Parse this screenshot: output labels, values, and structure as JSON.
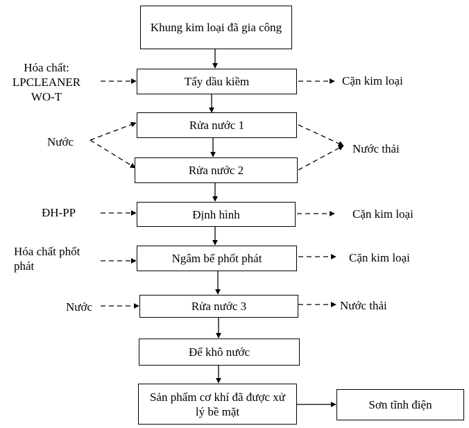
{
  "steps": [
    {
      "name": "Khung kim loại đã gia công"
    },
    {
      "name": "Tẩy dầu kiềm"
    },
    {
      "name": "Rửa nước 1"
    },
    {
      "name": "Rửa nước 2"
    },
    {
      "name": "Định hình"
    },
    {
      "name": "Ngâm bể phốt phát"
    },
    {
      "name": "Rửa nước 3"
    },
    {
      "name": "Để khô nước"
    },
    {
      "name": "Sản phẩm cơ khí đã được xử lý bề mặt"
    }
  ],
  "final_step": "Sơn tĩnh điện",
  "inputs": {
    "degrease_chemical": "Hóa chất: LPCLEANER WO-T",
    "rinse_water": "Nước",
    "shaping_agent": "ĐH-PP",
    "phosphate_chemical": "Hóa chất phốt phát",
    "rinse3_water": "Nước"
  },
  "outputs": {
    "degrease_residue": "Cặn kim loại",
    "rinse_wastewater": "Nước thải",
    "shaping_residue": "Cặn kim loại",
    "phosphate_residue": "Cặn kim loại",
    "rinse3_wastewater": "Nước thải"
  }
}
